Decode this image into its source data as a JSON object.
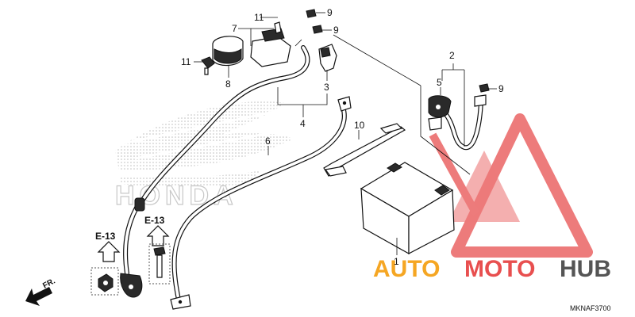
{
  "diagram": {
    "code": "MKNAF3700",
    "front_indicator": "FR.",
    "brand_mark": "HONDA",
    "watermark": {
      "part1": "AUTO",
      "part2": "MOTO",
      "part3": "HUB"
    },
    "callouts": [
      "1",
      "2",
      "3",
      "4",
      "5",
      "6",
      "7",
      "8",
      "9",
      "9",
      "9",
      "10",
      "11",
      "11"
    ],
    "references": [
      "E-13",
      "E-13"
    ]
  }
}
